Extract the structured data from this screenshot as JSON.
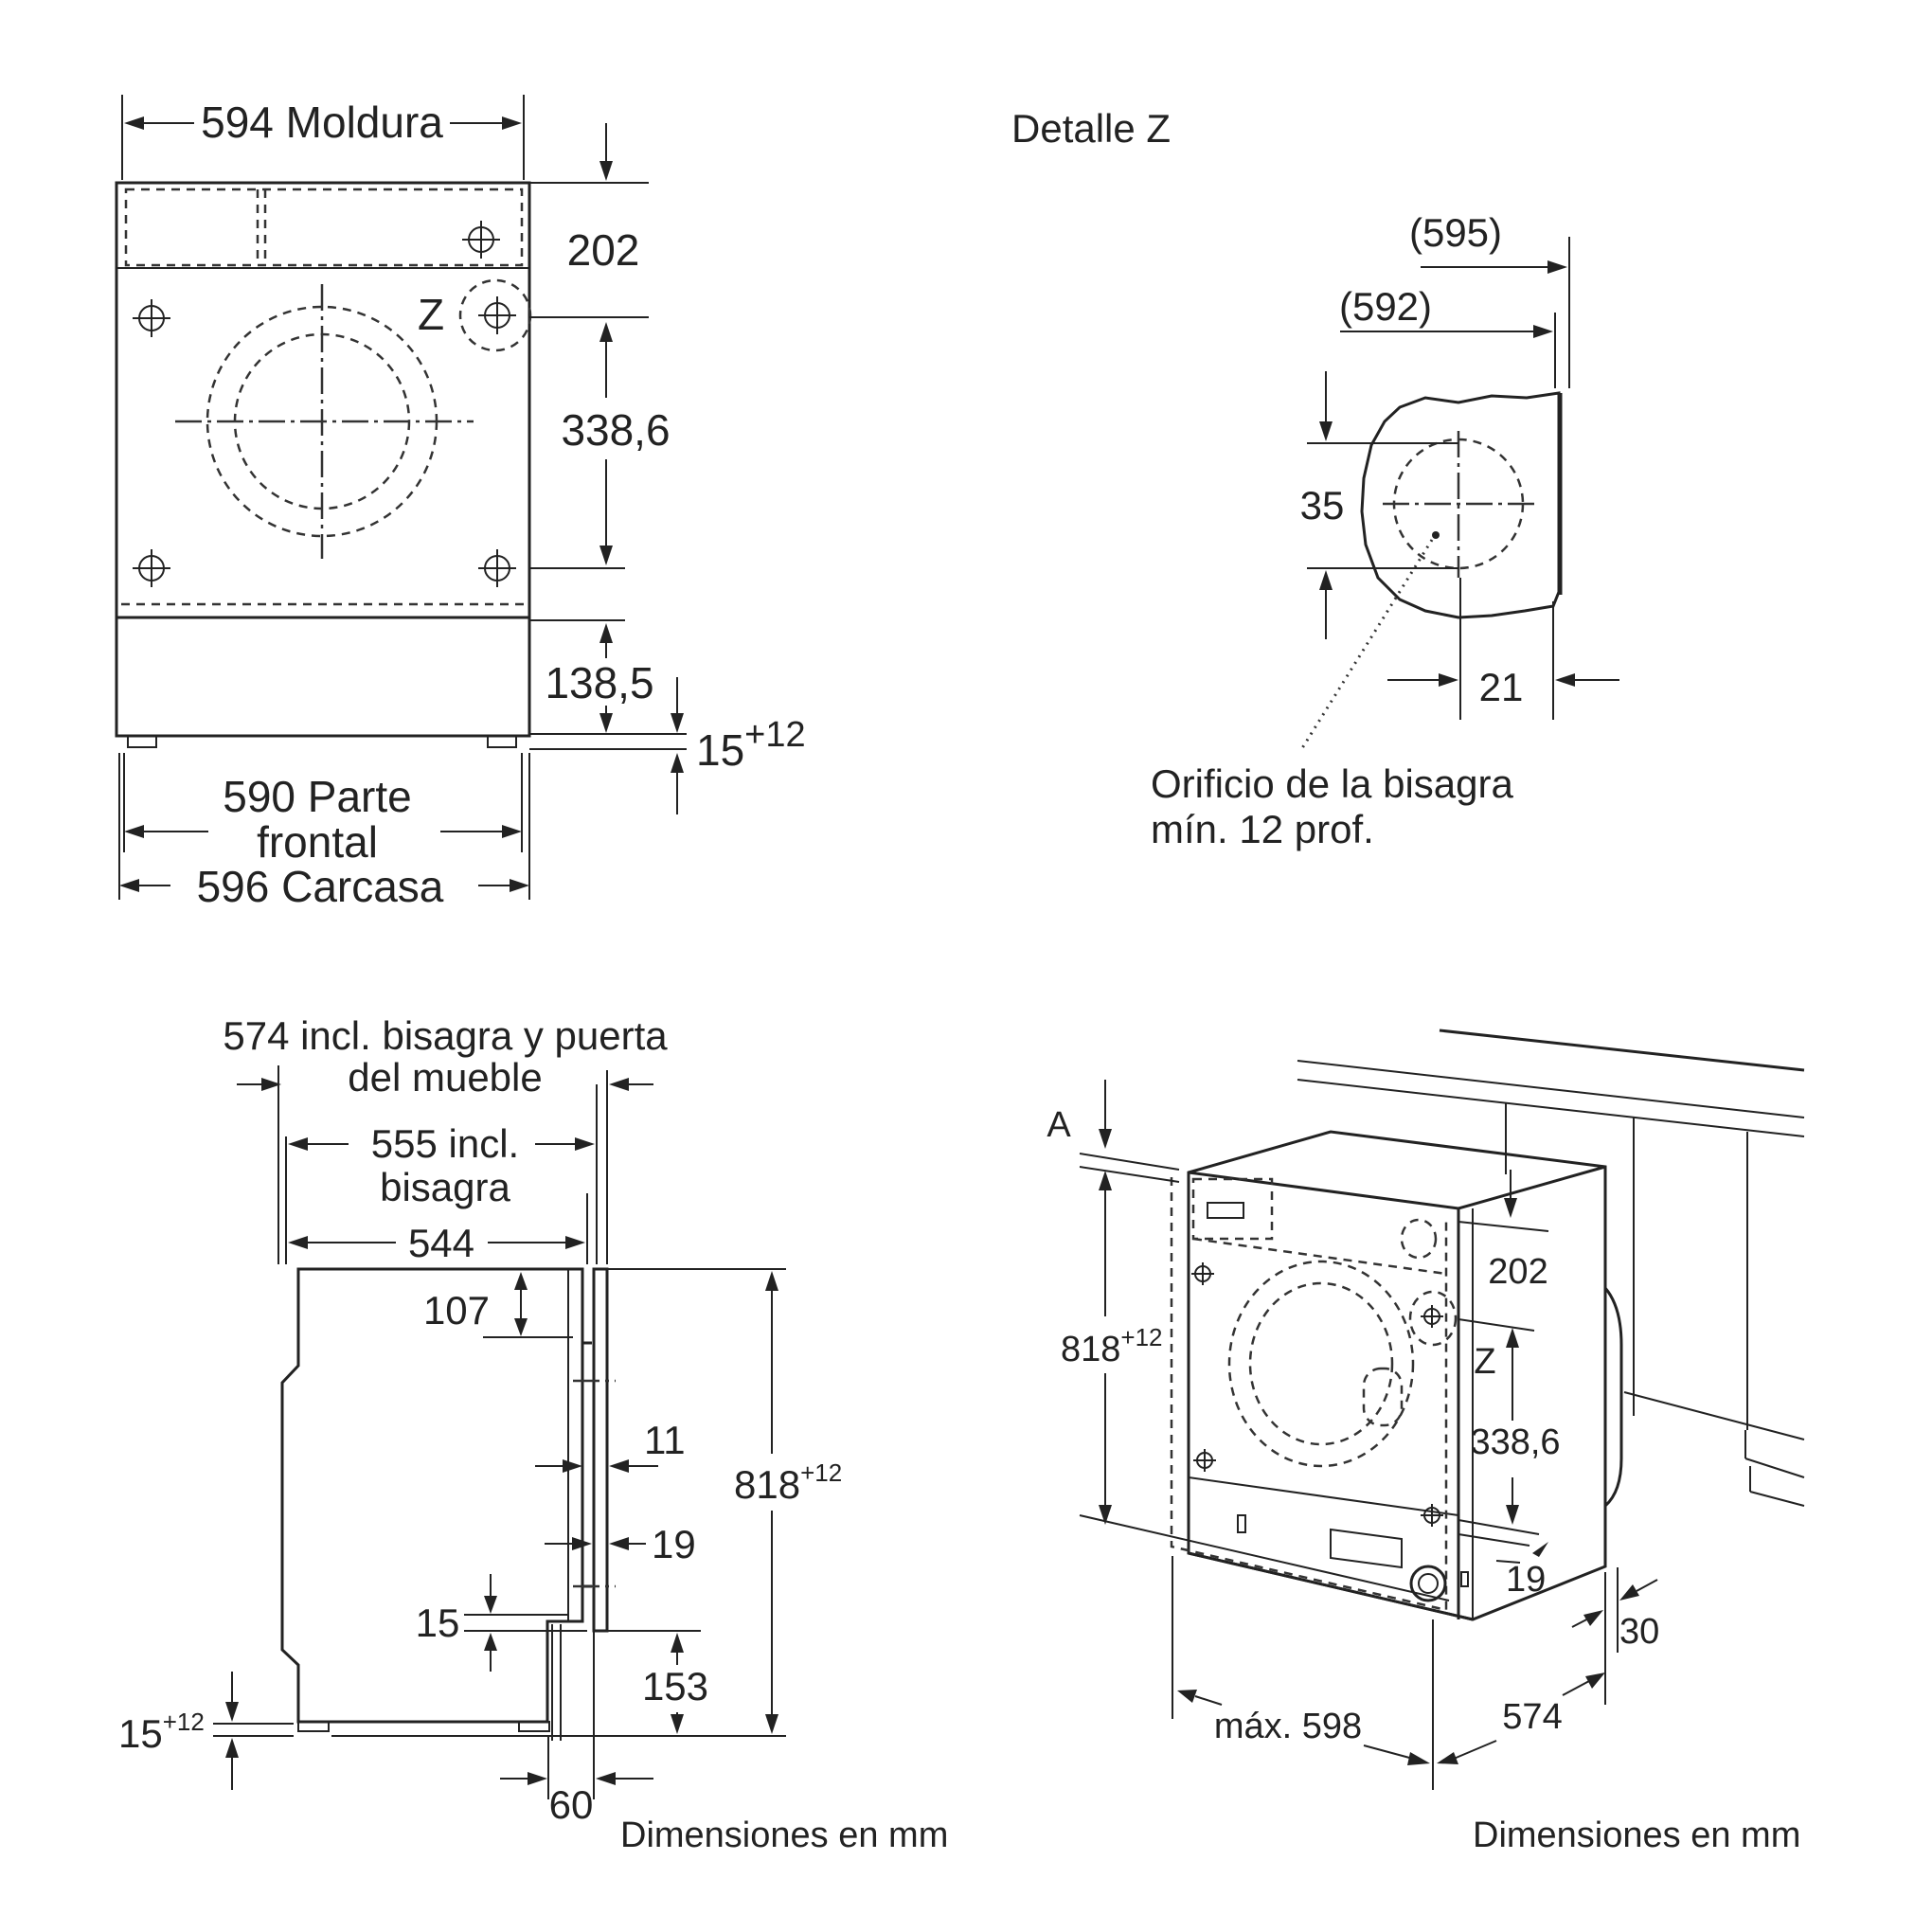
{
  "front_view": {
    "width_moldura": "594 Moldura",
    "dim_202": "202",
    "label_z": "Z",
    "dim_338_6": "338,6",
    "dim_138_5": "138,5",
    "dim_15": "15",
    "tol_12": "+12",
    "width_front_line1": "590 Parte",
    "width_front_line2": "frontal",
    "width_carcasa": "596 Carcasa"
  },
  "detail_z": {
    "title": "Detalle Z",
    "dim_595": "(595)",
    "dim_592": "(592)",
    "dim_35": "35",
    "dim_21": "21",
    "hinge_line1": "Orificio de la bisagra",
    "hinge_line2": "mín. 12 prof."
  },
  "side_view": {
    "depth_574_line1": "574 incl. bisagra y puerta",
    "depth_574_line2": "del mueble",
    "depth_555_line1": "555 incl.",
    "depth_555_line2": "bisagra",
    "depth_544": "544",
    "dim_107": "107",
    "dim_11": "11",
    "dim_19": "19",
    "height_818": "818",
    "tol_12": "+12",
    "dim_15": "15",
    "dim_153": "153",
    "foot_15": "15",
    "foot_tol": "+12",
    "dim_60": "60",
    "units": "Dimensiones en mm"
  },
  "iso_view": {
    "label_a": "A",
    "height_818": "818",
    "tol_12": "+12",
    "dim_202": "202",
    "label_z": "Z",
    "dim_338_6": "338,6",
    "dim_19": "19",
    "dim_30": "30",
    "width_598": "máx. 598",
    "depth_574": "574",
    "units": "Dimensiones en mm"
  }
}
